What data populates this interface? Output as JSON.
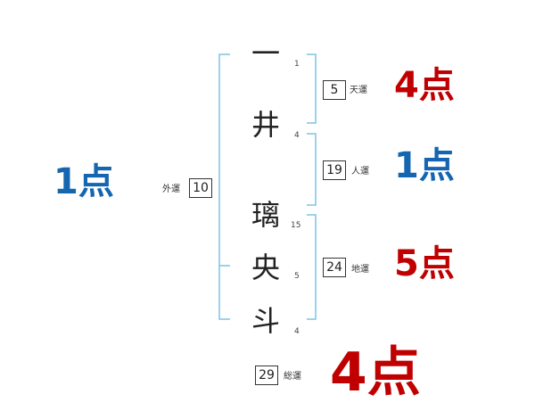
{
  "name_chars": [
    {
      "char": "一",
      "strokes": "1"
    },
    {
      "char": "井",
      "strokes": "4"
    },
    {
      "char": "璃",
      "strokes": "15"
    },
    {
      "char": "央",
      "strokes": "5"
    },
    {
      "char": "斗",
      "strokes": "4"
    }
  ],
  "fortunes": {
    "ten": {
      "label": "天運",
      "value": "5",
      "score": "4点",
      "color": "#c00000"
    },
    "jin": {
      "label": "人運",
      "value": "19",
      "score": "1点",
      "color": "#1565b0"
    },
    "chi": {
      "label": "地運",
      "value": "24",
      "score": "5点",
      "color": "#c00000"
    },
    "gai": {
      "label": "外運",
      "value": "10",
      "score": "1点",
      "color": "#1565b0"
    },
    "so": {
      "label": "総運",
      "value": "29",
      "score": "4点",
      "color": "#c00000"
    }
  },
  "colors": {
    "bracket": "#7ec3e6",
    "text": "#222222"
  }
}
